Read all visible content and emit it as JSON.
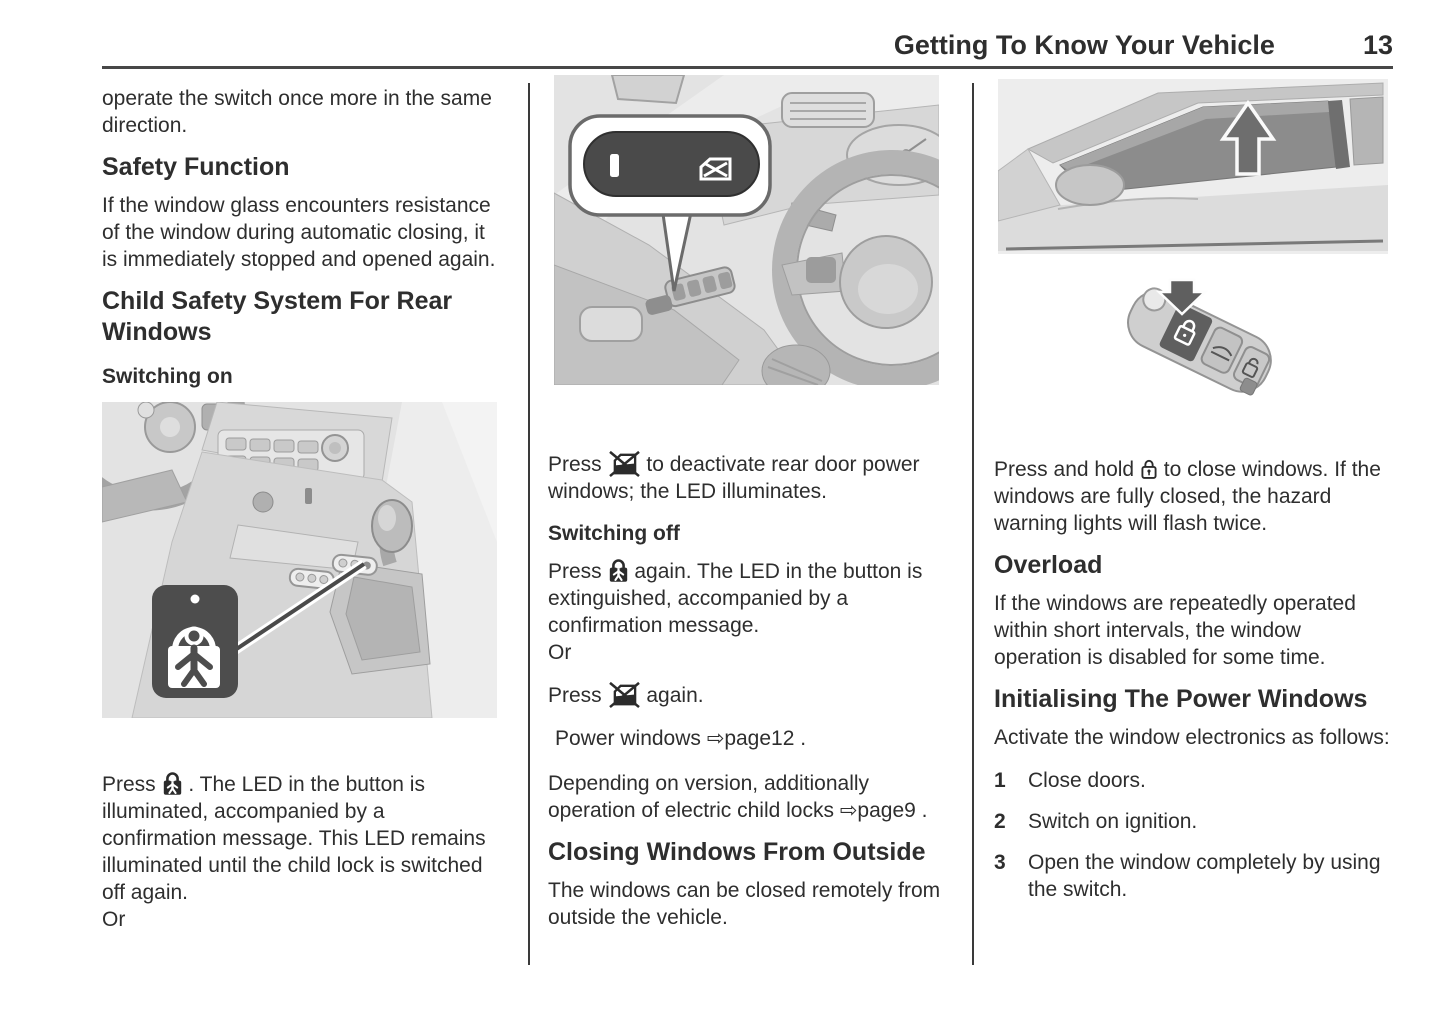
{
  "header": {
    "section_title": "Getting To Know Your Vehicle",
    "page_number": "13"
  },
  "column1": {
    "intro": "operate the switch once more in the same direction.",
    "safety_function_heading": "Safety Function",
    "safety_function_body": "If the window glass encounters resistance of the window during automatic closing, it is immediately stopped and opened again.",
    "child_safety_heading": "Child Safety System For Rear Windows",
    "switching_on_heading": "Switching on",
    "press_label": "Press",
    "press_body": ". The LED in the button is illuminated, accompanied by a confirmation message. This LED remains illuminated until the child lock is switched off again.",
    "or_label": "Or"
  },
  "column2": {
    "deactivate_press_label": "Press",
    "deactivate_body": "to deactivate rear door power windows; the LED illuminates.",
    "switching_off_heading": "Switching off",
    "off_press_label": "Press",
    "off_body": "again. The LED in the button is extinguished, accompanied by a confirmation message.",
    "or_label": "Or",
    "again_press_label": "Press",
    "again_body": "again.",
    "power_windows_ref": "Power windows ⇨page12 .",
    "depending_body": "Depending on version, additionally operation of electric child locks ⇨page9 .",
    "closing_heading": "Closing Windows From Outside",
    "closing_body": "The windows can be closed remotely from outside the vehicle."
  },
  "column3": {
    "hold_label": "Press and hold",
    "hold_body": "to close windows. If the windows are fully closed, the hazard warning lights will flash twice.",
    "overload_heading": "Overload",
    "overload_body": "If the windows are repeatedly operated within short intervals, the window operation is disabled for some time.",
    "init_heading": "Initialising The Power Windows",
    "init_intro": "Activate the window electronics as follows:",
    "steps": [
      {
        "num": "1",
        "text": "Close doors."
      },
      {
        "num": "2",
        "text": "Switch on ignition."
      },
      {
        "num": "3",
        "text": "Open the window completely by using the switch."
      }
    ]
  },
  "icons": {
    "child_lock_icon": "padlock containing child figure",
    "rear_window_deactivate_icon": "rear window crossed out",
    "remote_lock_icon": "padlock key-fob lock button",
    "reference_arrow": "⇨",
    "window_up_arrow": "up arrow",
    "key_fob_arrow": "down arrow"
  },
  "colors": {
    "text": "#2e2e2e",
    "rule": "#3a3a3a",
    "illustration_bg": "#e3e3e3",
    "callout_dark": "#4a4a4a"
  }
}
